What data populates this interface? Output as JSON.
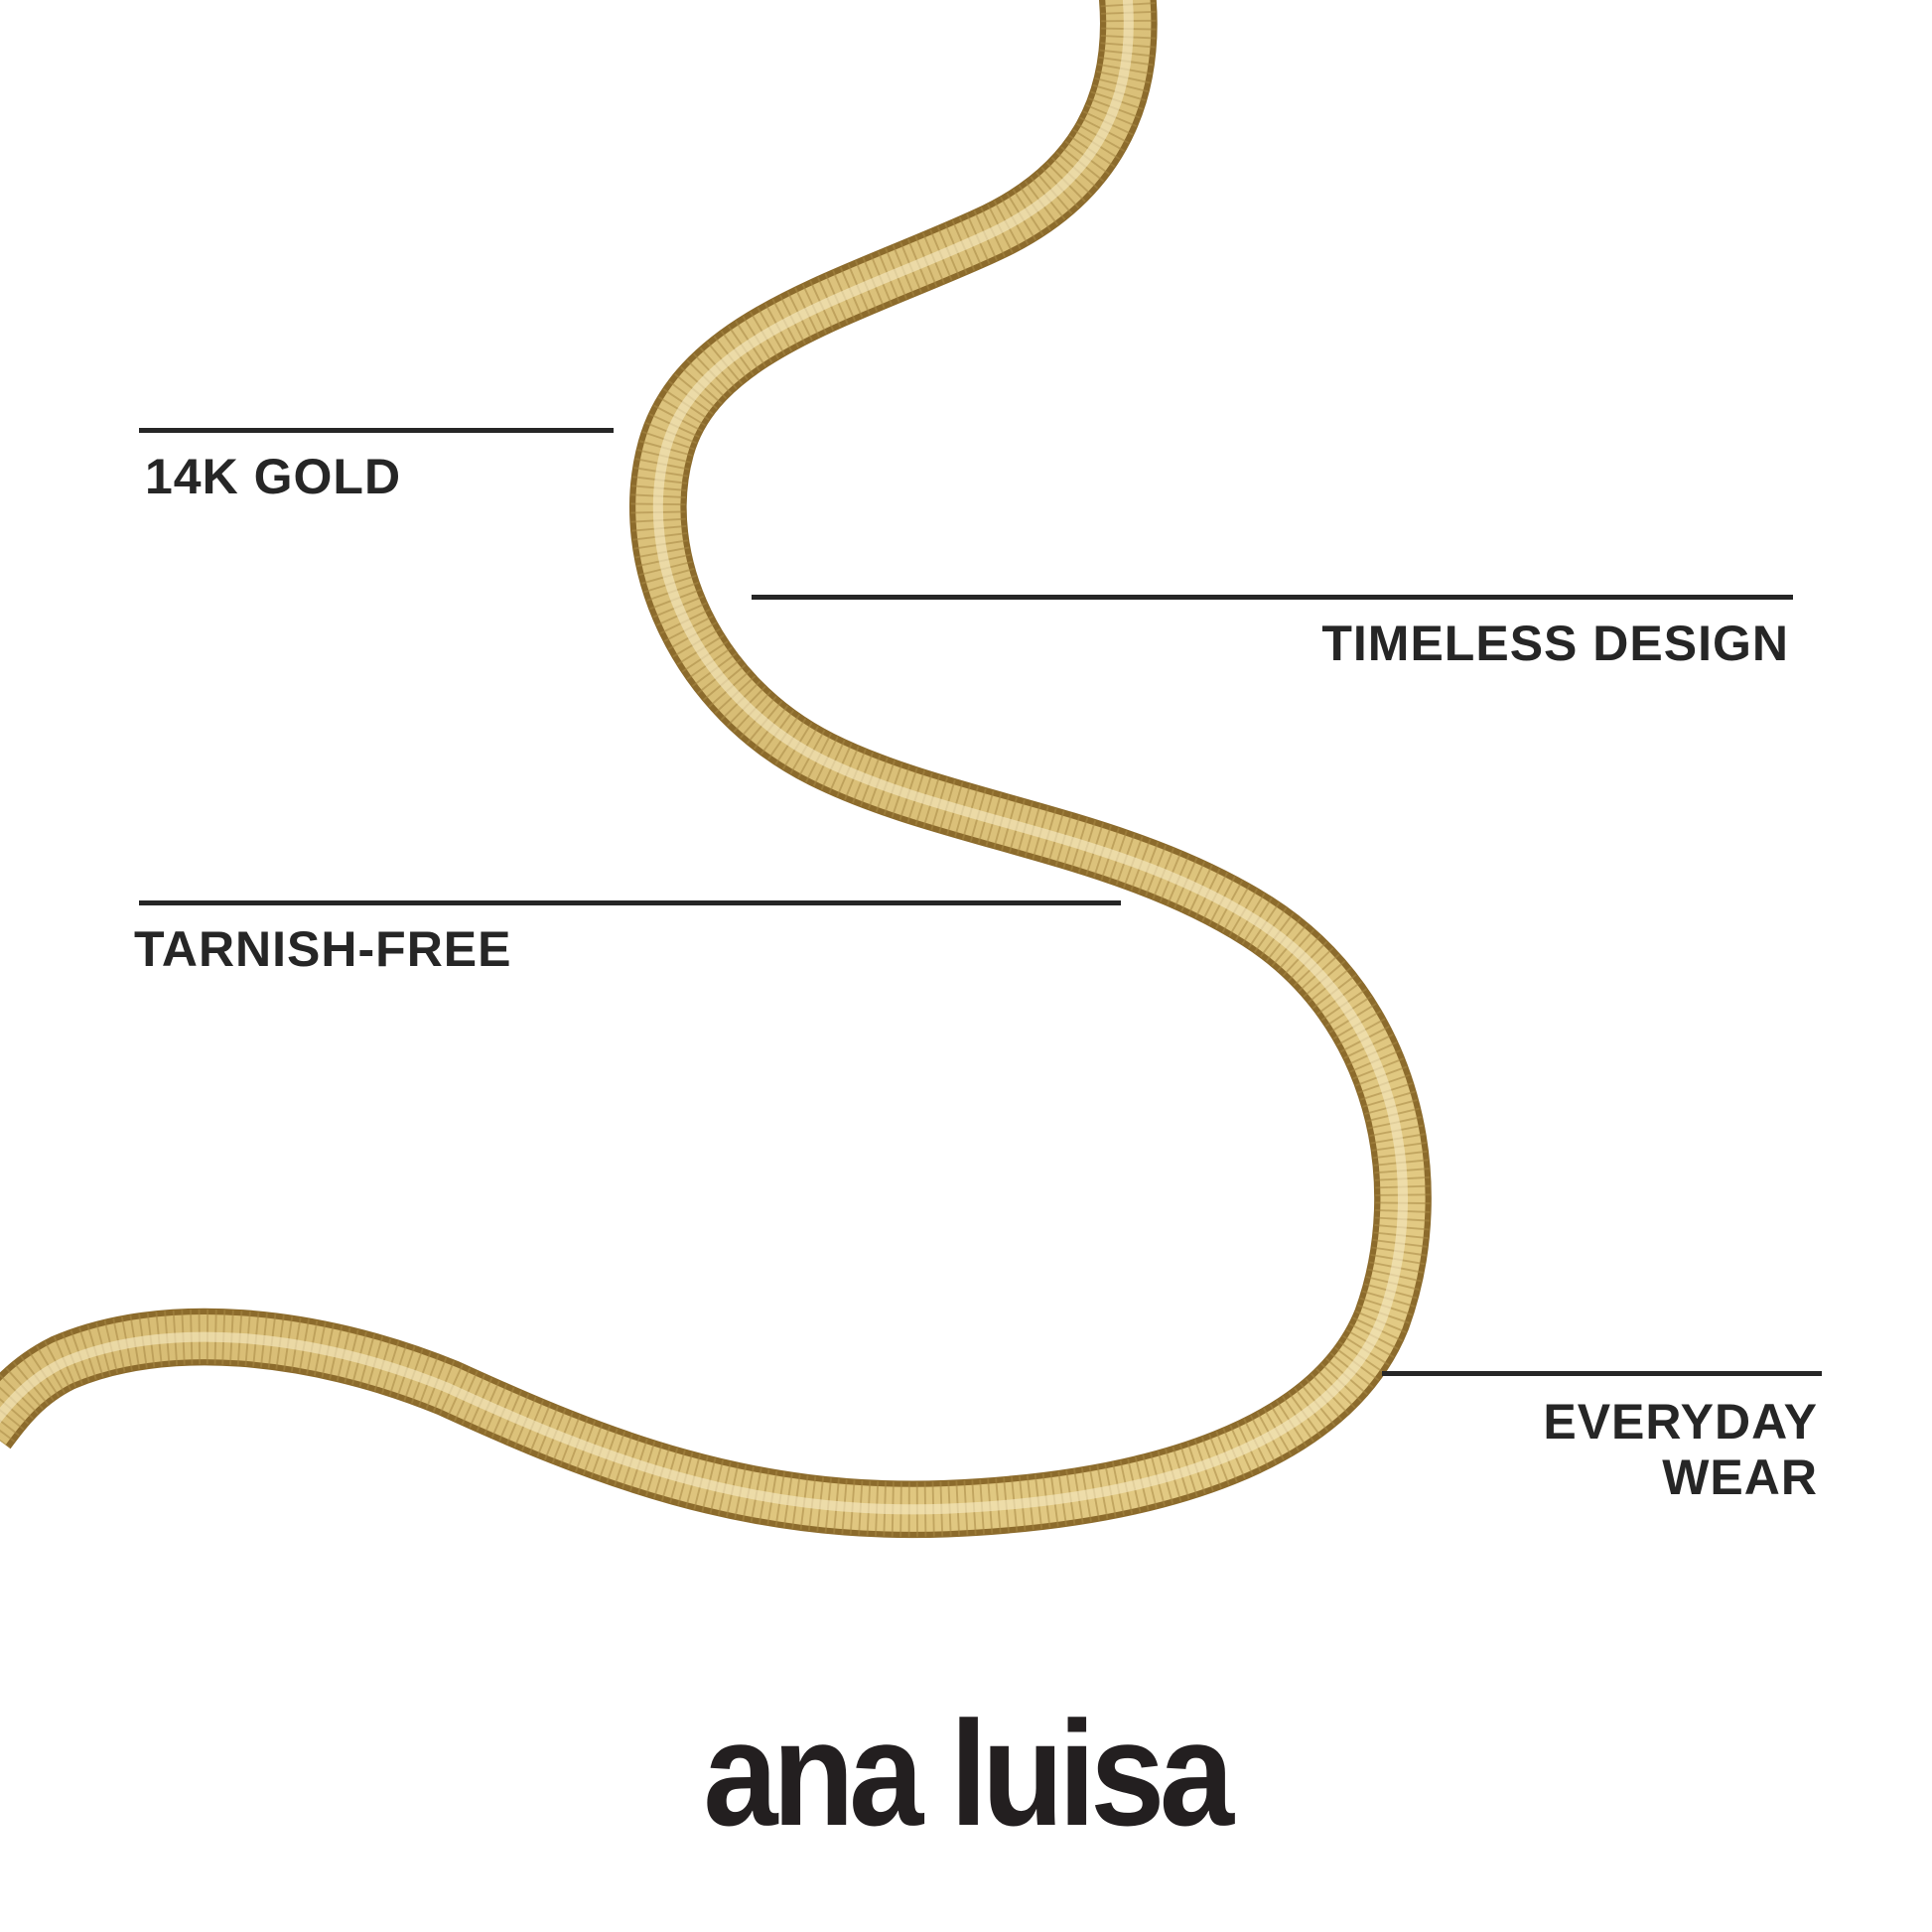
{
  "features": [
    {
      "label": "14K GOLD"
    },
    {
      "label": "TIMELESS DESIGN"
    },
    {
      "label": "TARNISH-FREE"
    },
    {
      "label_line1": "EVERYDAY",
      "label_line2": "WEAR"
    }
  ],
  "brand": {
    "logo_text": "ana luisa"
  },
  "colors": {
    "text": "#262626",
    "gold_light": "#e6d08f",
    "gold_dark": "#8c6b2c",
    "background": "#ffffff"
  }
}
